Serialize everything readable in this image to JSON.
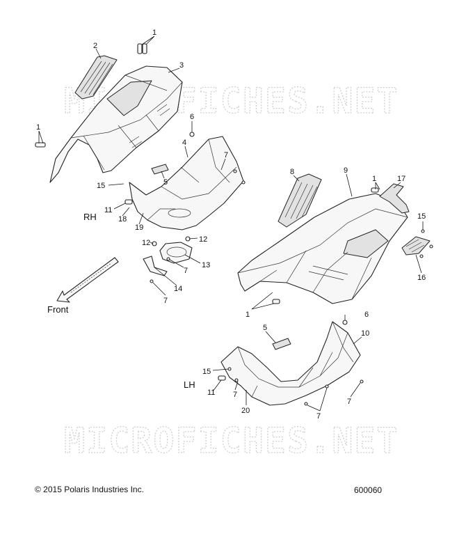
{
  "diagram": {
    "side_labels": {
      "rh": "RH",
      "lh": "LH"
    },
    "front_label": "Front",
    "watermark_text": "MICROFICHES.NET",
    "callouts": {
      "c1a": "1",
      "c1b": "1",
      "c1c": "1",
      "c1d": "1",
      "c2": "2",
      "c3": "3",
      "c4": "4",
      "c5a": "5",
      "c5b": "5",
      "c6a": "6",
      "c6b": "6",
      "c7a": "7",
      "c7b": "7",
      "c7c": "7",
      "c7d": "7",
      "c7e": "7",
      "c7f": "7",
      "c8": "8",
      "c9": "9",
      "c10": "10",
      "c11a": "11",
      "c11b": "11",
      "c12a": "12",
      "c12b": "12",
      "c13": "13",
      "c14": "14",
      "c15a": "15",
      "c15b": "15",
      "c15c": "15",
      "c16": "16",
      "c17": "17",
      "c18": "18",
      "c19": "19",
      "c20": "20"
    }
  },
  "footer": {
    "copyright": "© 2015 Polaris Industries Inc.",
    "diagram_id": "600060"
  },
  "colors": {
    "line": "#222222",
    "watermark": "#cfcfcf",
    "background": "#ffffff"
  }
}
